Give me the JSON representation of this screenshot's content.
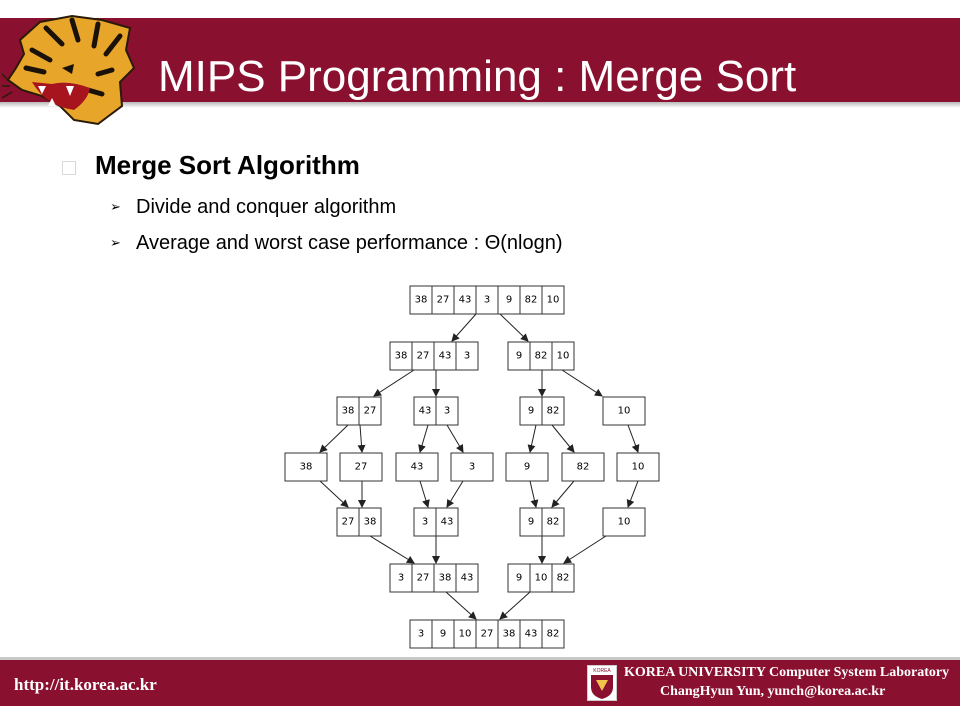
{
  "slide": {
    "title": "MIPS Programming : Merge Sort",
    "heading": "Merge Sort Algorithm",
    "bullets": [
      "Divide and conquer algorithm",
      "Average and worst case performance : Θ(nlogn)"
    ]
  },
  "diagram": {
    "levels": [
      [
        [
          38,
          27,
          43,
          3,
          9,
          82,
          10
        ]
      ],
      [
        [
          38,
          27,
          43,
          3
        ],
        [
          9,
          82,
          10
        ]
      ],
      [
        [
          38,
          27
        ],
        [
          43,
          3
        ],
        [
          9,
          82
        ],
        [
          10
        ]
      ],
      [
        [
          38
        ],
        [
          27
        ],
        [
          43
        ],
        [
          3
        ],
        [
          9
        ],
        [
          82
        ],
        [
          10
        ]
      ],
      [
        [
          27,
          38
        ],
        [
          3,
          43
        ],
        [
          9,
          82
        ],
        [
          10
        ]
      ],
      [
        [
          3,
          27,
          38,
          43
        ],
        [
          9,
          10,
          82
        ]
      ],
      [
        [
          3,
          9,
          10,
          27,
          38,
          43,
          82
        ]
      ]
    ]
  },
  "footer": {
    "url": "http://it.korea.ac.kr",
    "emblem_label": "KOREA",
    "line1": "KOREA UNIVERSITY  Computer System Laboratory",
    "line2": "ChangHyun Yun,  yunch@korea.ac.kr"
  },
  "colors": {
    "brand": "#8a1030",
    "title_text": "#ffffff",
    "body_text": "#000000"
  },
  "icons": {
    "logo": "tiger-logo-icon",
    "bullet": "square-bullet-icon",
    "sub_bullet": "arrowhead-bullet-icon",
    "footer_emblem": "korea-university-emblem-icon"
  }
}
